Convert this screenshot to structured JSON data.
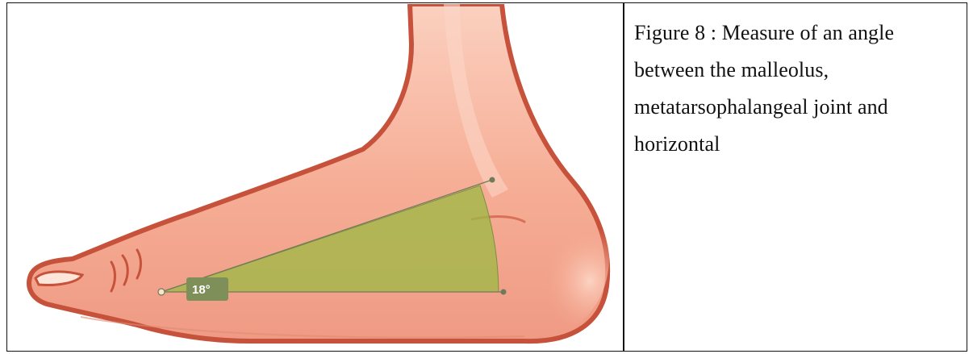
{
  "figure": {
    "caption": "Figure 8 : Measure of an angle between the malleolus, metatarsophalangeal joint and horizontal",
    "angle_label": "18°",
    "angle_degrees": 18
  },
  "colors": {
    "skin_fill": "#f7b29b",
    "skin_light": "#fbcbb8",
    "skin_outline": "#c7523c",
    "angle_fill": "#9fb845",
    "angle_label_bg": "#7f8f5a",
    "marker": "#6f7a5a"
  }
}
